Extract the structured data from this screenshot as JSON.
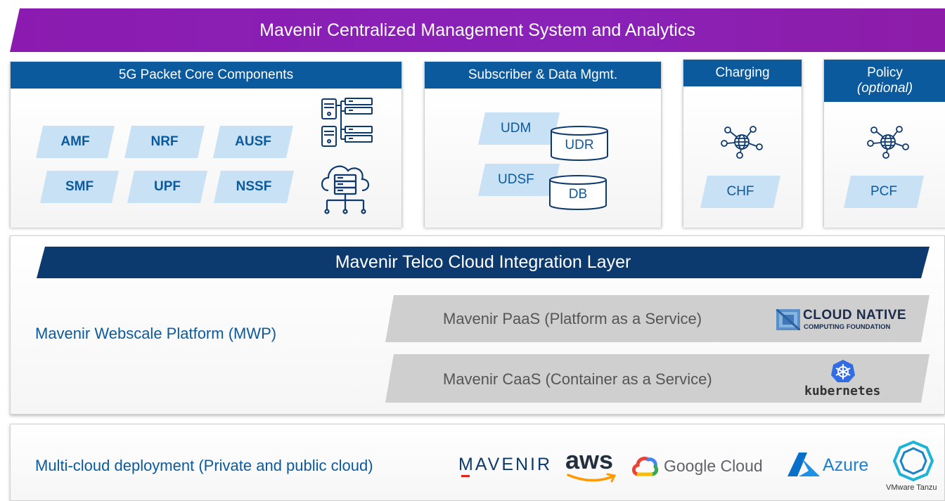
{
  "banner": {
    "title": "Mavenir Centralized Management System and Analytics"
  },
  "core": {
    "header": "5G Packet Core Components",
    "functions": [
      "AMF",
      "NRF",
      "AUSF",
      "SMF",
      "UPF",
      "NSSF"
    ]
  },
  "subscriber": {
    "header": "Subscriber & Data Mgmt.",
    "functions": [
      "UDM",
      "UDSF"
    ],
    "stores": [
      "UDR",
      "DB"
    ]
  },
  "charging": {
    "header": "Charging",
    "function": "CHF"
  },
  "policy": {
    "header": "Policy",
    "header_sub": "(optional)",
    "function": "PCF"
  },
  "integration": {
    "title": "Mavenir Telco Cloud Integration Layer",
    "platform_label": "Mavenir Webscale Platform (MWP)",
    "paas": "Mavenir PaaS (Platform as a Service)",
    "caas": "Mavenir CaaS (Container as a Service)",
    "cncf_line1": "CLOUD NATIVE",
    "cncf_line2": "COMPUTING FOUNDATION",
    "kubernetes": "kubernetes"
  },
  "clouds": {
    "label": "Multi-cloud deployment (Private and public cloud)",
    "mavenir": "MAVENIR",
    "aws": "aws",
    "google": "Google Cloud",
    "azure": "Azure",
    "tanzu": "VMware Tanzu"
  },
  "colors": {
    "purple_banner": "#8b1bb0",
    "header_blue": "#0b5a9e",
    "dark_navy": "#0d3a6e",
    "nf_light_blue": "#c8e1f5",
    "gray_bar": "#cfcfcf"
  }
}
